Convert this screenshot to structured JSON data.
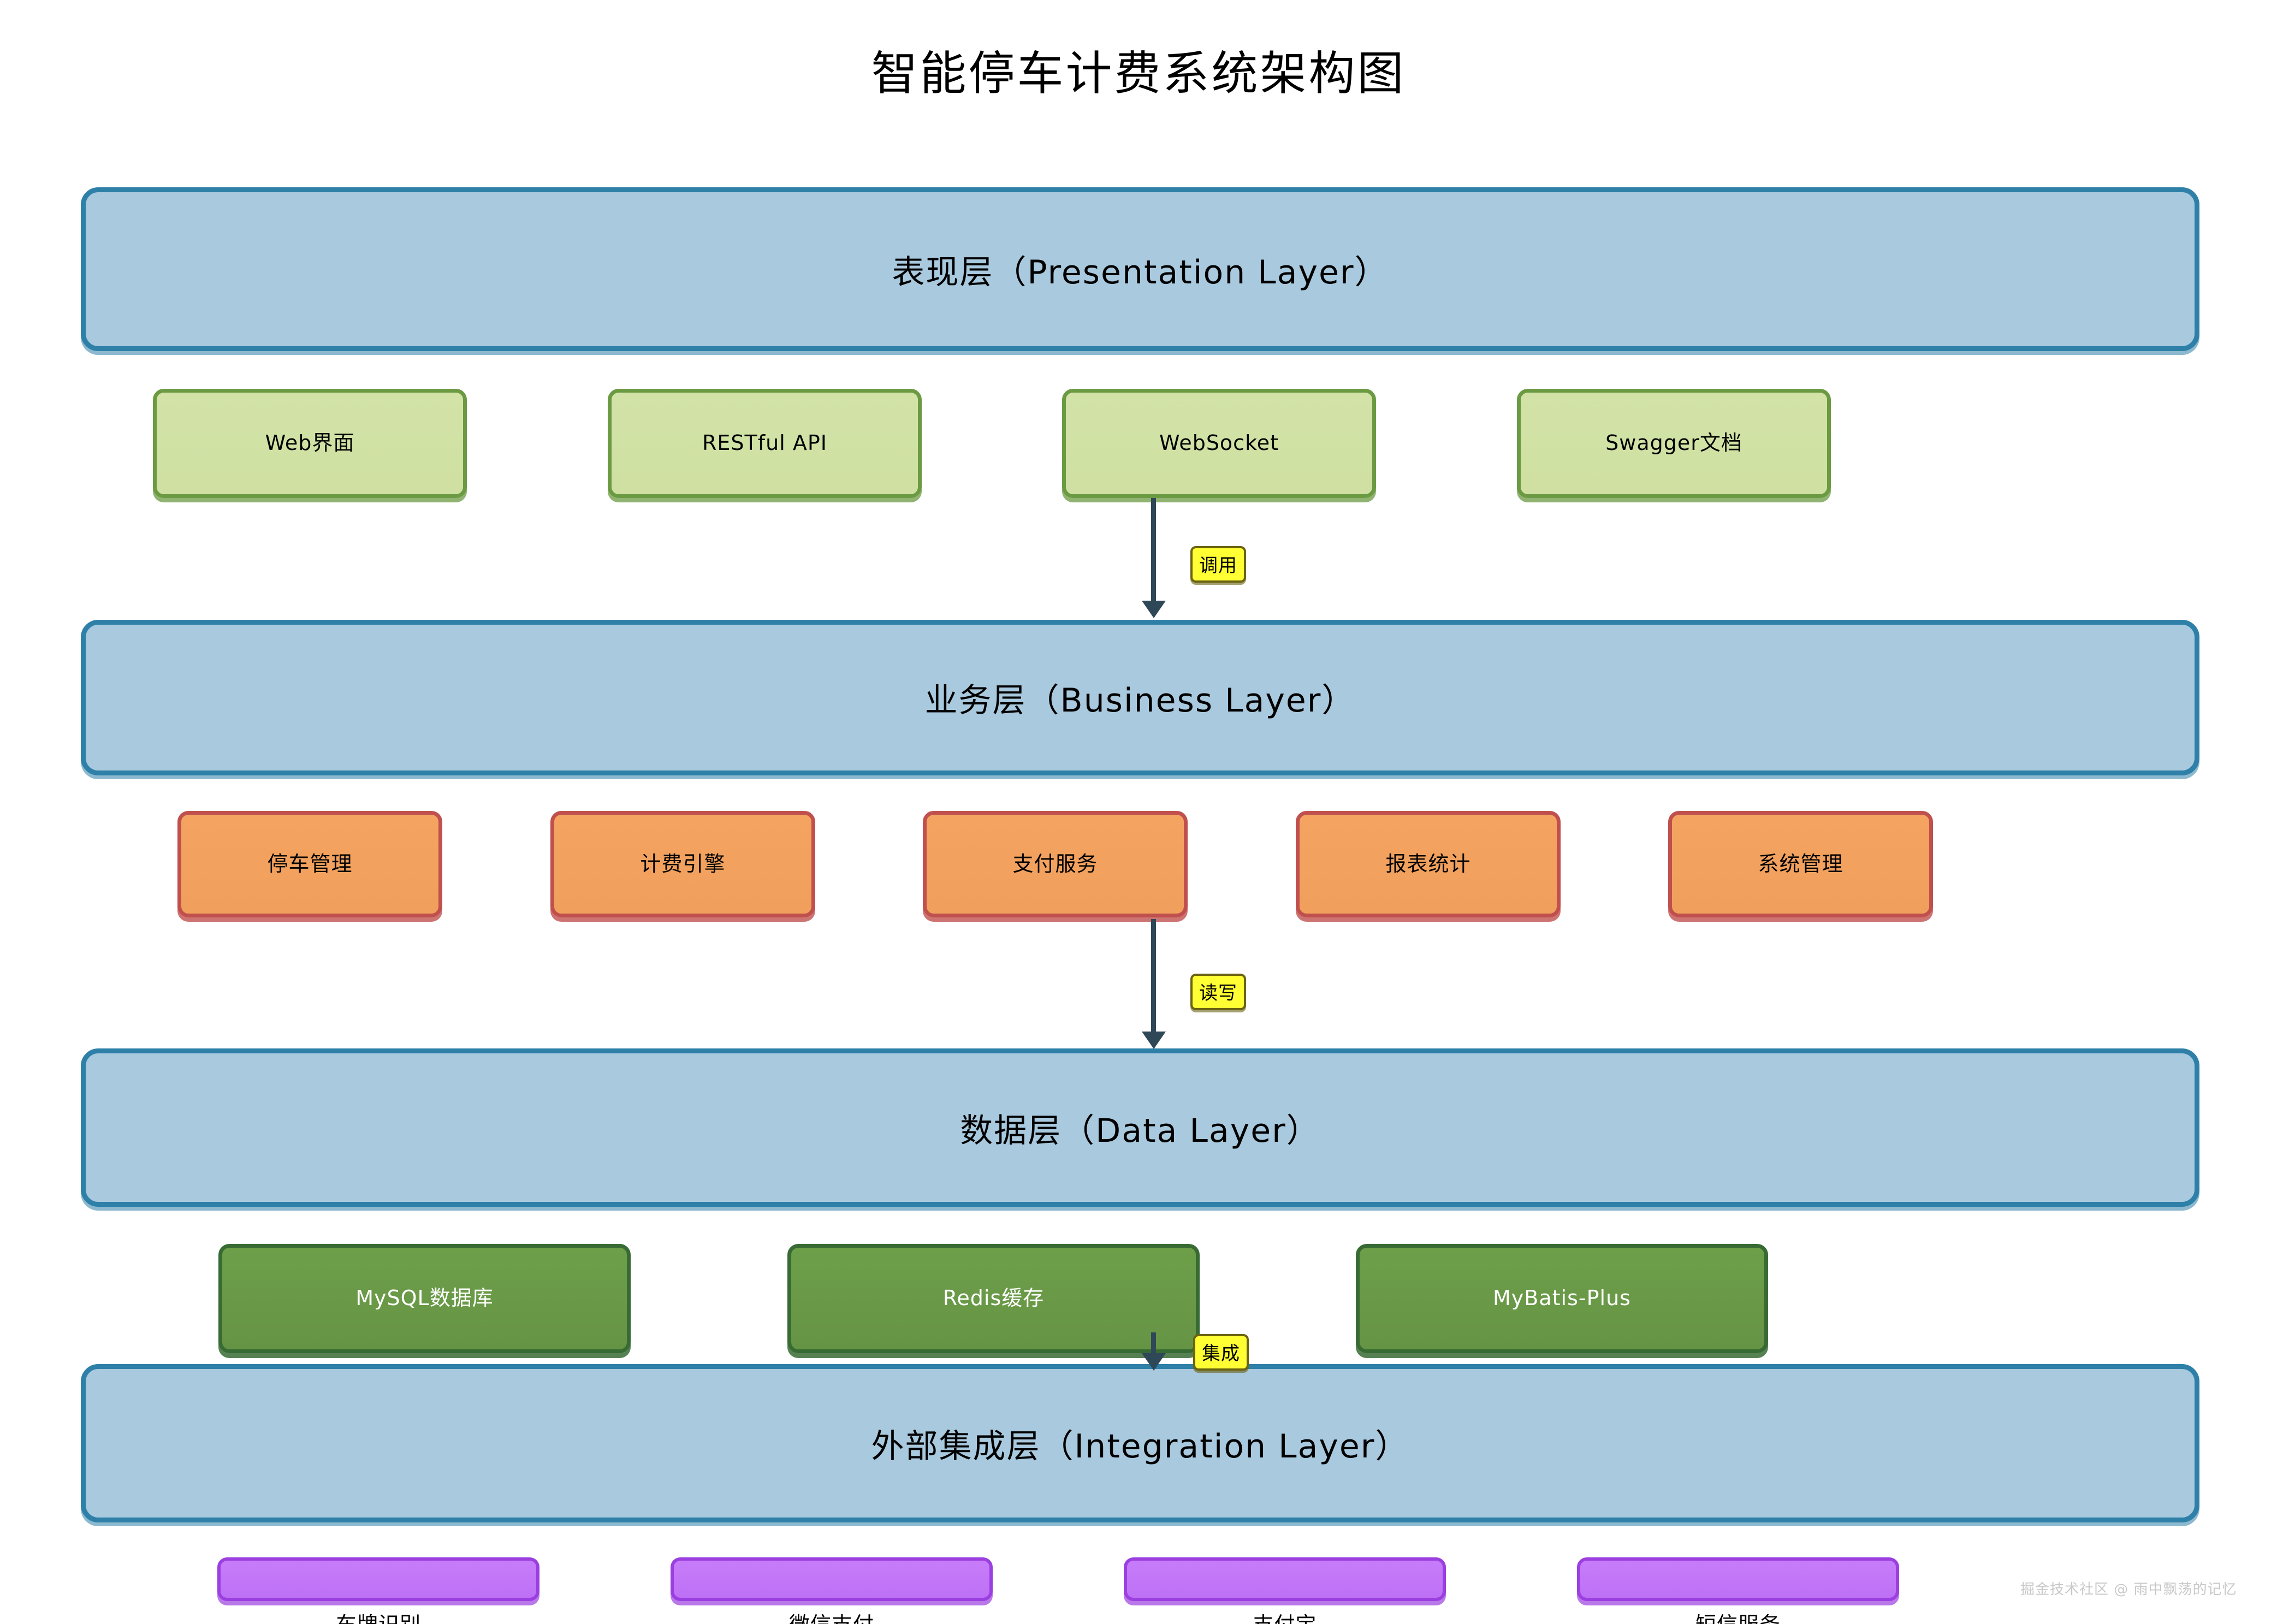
{
  "diagram": {
    "title": "智能停车计费系统架构图",
    "watermark": "掘金技术社区 @ 雨中飘荡的记忆",
    "colors": {
      "layer_fill": "#a9c9de",
      "layer_border": "#2e80a8",
      "presentation_node_fill": "#d3e3a8",
      "presentation_node_border": "#6b9a42",
      "business_node_fill": "#f4a460",
      "business_node_border": "#c0504d",
      "data_node_fill": "#6d9f49",
      "data_node_border": "#386b34",
      "external_node_fill": "#c77dfa",
      "external_node_border": "#9b3fe0",
      "edge_label_fill": "#ffff33",
      "edge_label_border": "#6b6312",
      "arrow_color": "#2f4858"
    }
  },
  "layers": [
    {
      "id": "presentation",
      "title": "表现层（Presentation Layer）"
    },
    {
      "id": "business",
      "title": "业务层（Business Layer）"
    },
    {
      "id": "data",
      "title": "数据层（Data Layer）"
    },
    {
      "id": "integration",
      "title": "外部集成层（Integration Layer）"
    }
  ],
  "presentation_nodes": [
    {
      "label": "Web界面"
    },
    {
      "label": "RESTful API"
    },
    {
      "label": "WebSocket"
    },
    {
      "label": "Swagger文档"
    }
  ],
  "business_nodes": [
    {
      "label": "停车管理"
    },
    {
      "label": "计费引擎"
    },
    {
      "label": "支付服务"
    },
    {
      "label": "报表统计"
    },
    {
      "label": "系统管理"
    }
  ],
  "data_nodes": [
    {
      "label": "MySQL数据库"
    },
    {
      "label": "Redis缓存"
    },
    {
      "label": "MyBatis-Plus"
    }
  ],
  "external_nodes": [
    {
      "label": "车牌识别"
    },
    {
      "label": "微信支付"
    },
    {
      "label": "支付宝"
    },
    {
      "label": "短信服务"
    }
  ],
  "edges": [
    {
      "id": "call",
      "label": "调用",
      "from": "WebSocket",
      "to": "业务层（Business Layer）"
    },
    {
      "id": "readwrite",
      "label": "读写",
      "from": "支付服务",
      "to": "数据层（Data Layer）"
    },
    {
      "id": "integrate",
      "label": "集成",
      "from": "Redis缓存",
      "to": "外部集成层（Integration Layer）"
    }
  ]
}
